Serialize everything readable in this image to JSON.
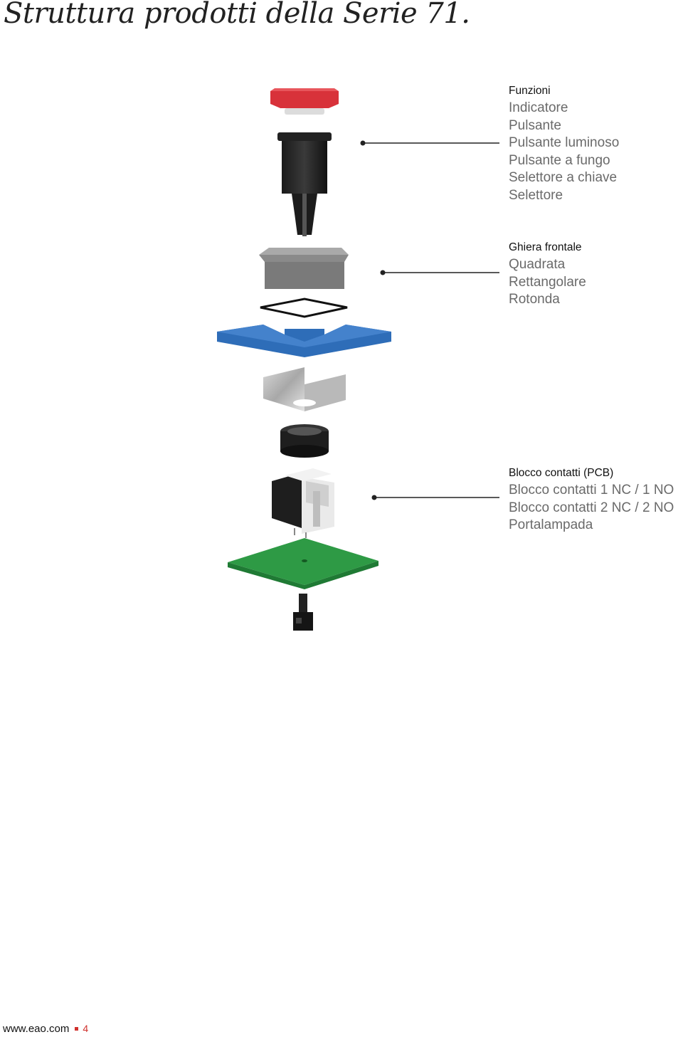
{
  "title": "Struttura prodotti della Serie 71.",
  "groups": [
    {
      "heading": "Funzioni",
      "items": [
        "Indicatore",
        "Pulsante",
        "Pulsante luminoso",
        "Pulsante a fungo",
        "Selettore a chiave",
        "Selettore"
      ]
    },
    {
      "heading": "Ghiera frontale",
      "items": [
        "Quadrata",
        "Rettangolare",
        "Rotonda"
      ]
    },
    {
      "heading": "Blocco contatti (PCB)",
      "items": [
        "Blocco contatti 1 NC / 1 NO",
        "Blocco contatti 2 NC / 2 NO",
        "Portalampada"
      ]
    }
  ],
  "footer": {
    "url": "www.eao.com",
    "page": "4"
  },
  "colors": {
    "cap_red": "#d8323a",
    "frame_blue": "#2e6db8",
    "pcb_green": "#2e9a45",
    "bezel_gray": "#8a8a8a",
    "accent_red": "#d0312d"
  }
}
